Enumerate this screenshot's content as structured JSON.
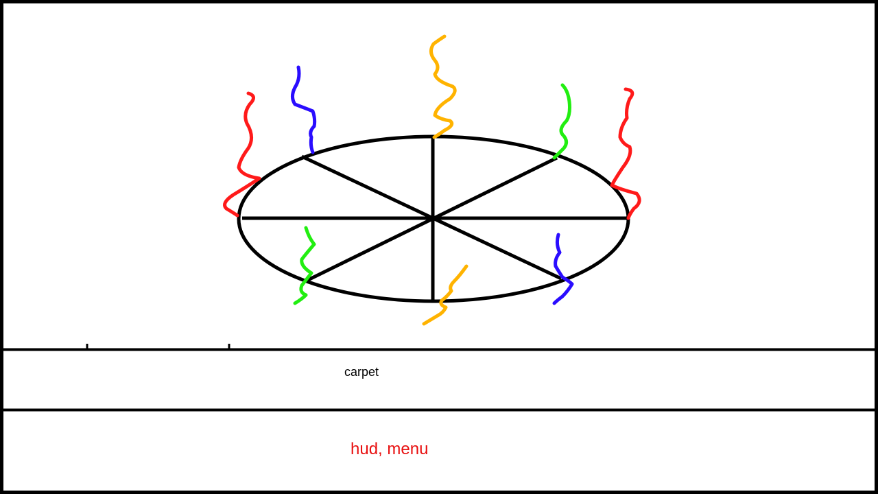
{
  "carpet": {
    "label": "carpet"
  },
  "hud": {
    "label": "hud, menu"
  },
  "colors": {
    "outline": "#000000",
    "background": "#ffffff",
    "hud_text": "#e81010",
    "carpet_text": "#000000",
    "flame_red": "#ff1a1a",
    "flame_blue": "#2a0dff",
    "flame_orange": "#ffb300",
    "flame_green": "#22ee11"
  },
  "scene": {
    "wheel_spokes": 8,
    "flames": [
      {
        "name": "flame-red-left",
        "color": "red"
      },
      {
        "name": "flame-blue-top-left",
        "color": "blue"
      },
      {
        "name": "flame-orange-top",
        "color": "orange"
      },
      {
        "name": "flame-green-top-right",
        "color": "green"
      },
      {
        "name": "flame-red-right",
        "color": "red"
      },
      {
        "name": "flame-green-bottom-left",
        "color": "green"
      },
      {
        "name": "flame-orange-bottom",
        "color": "orange"
      },
      {
        "name": "flame-blue-bottom-right",
        "color": "blue"
      }
    ]
  }
}
